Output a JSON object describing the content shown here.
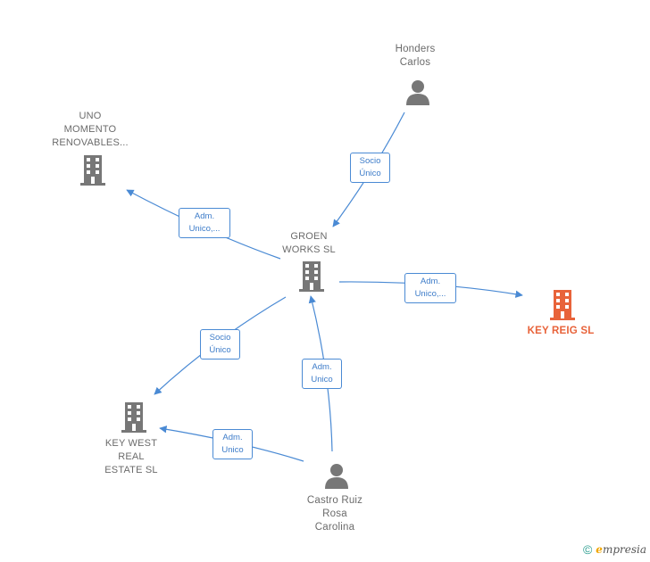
{
  "nodes": {
    "honders": {
      "label": "Honders\nCarlos",
      "icon": "person-icon",
      "type": "person"
    },
    "uno": {
      "label": "UNO\nMOMENTO\nRENOVABLES...",
      "icon": "building-icon",
      "type": "company"
    },
    "groen": {
      "label": "GROEN\nWORKS  SL",
      "icon": "building-icon",
      "type": "company"
    },
    "keyreig": {
      "label": "KEY REIG  SL",
      "icon": "building-icon",
      "type": "company-focus"
    },
    "keywest": {
      "label": "KEY WEST\nREAL\nESTATE  SL",
      "icon": "building-icon",
      "type": "company"
    },
    "castro": {
      "label": "Castro Ruiz\nRosa\nCarolina",
      "icon": "person-icon",
      "type": "person"
    }
  },
  "edges": {
    "honders_groen": "Socio\nÚnico",
    "groen_uno": "Adm.\nUnico,...",
    "groen_keyreig": "Adm.\nUnico,...",
    "groen_keywest": "Socio\nÚnico",
    "castro_groen": "Adm.\nUnico",
    "castro_keywest": "Adm.\nUnico"
  },
  "colors": {
    "edge": "#4a8ad4",
    "node_gray": "#777777",
    "node_focus": "#e8633a"
  },
  "brand": {
    "copyright": "©",
    "name": "mpresia",
    "initial": "e"
  }
}
